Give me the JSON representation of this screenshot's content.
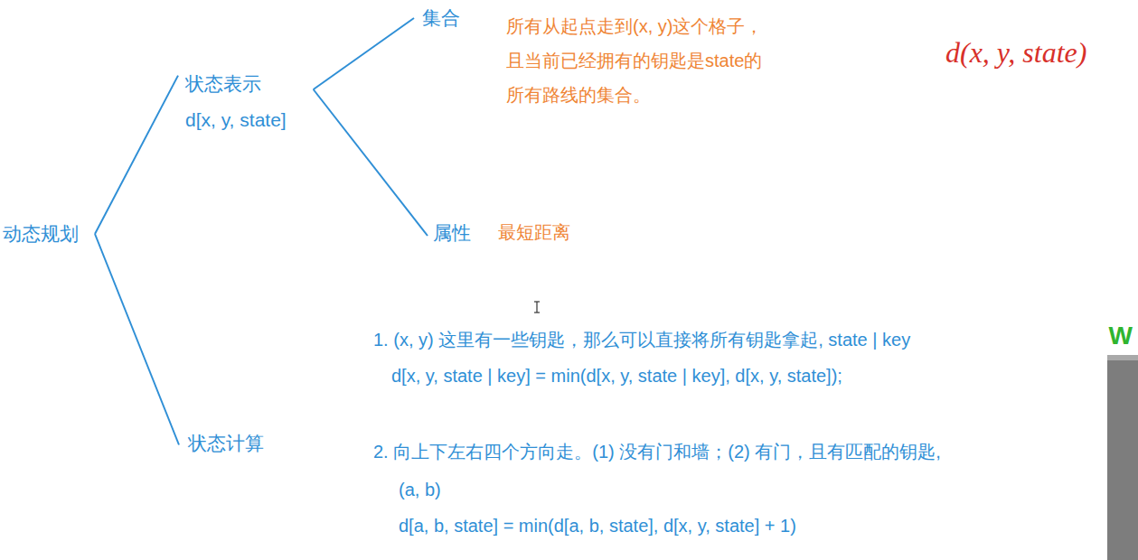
{
  "diagram": {
    "nodes": [
      {
        "text": [
          "动态规划"
        ]
      },
      {
        "text": [
          "状态表示",
          "d[x, y, state]"
        ]
      },
      {
        "text": [
          "集合"
        ]
      },
      {
        "text": [
          "属性"
        ]
      },
      {
        "text": [
          "状态计算"
        ]
      }
    ],
    "edges": [
      {
        "from": 0,
        "to": 1,
        "arrow": "none"
      },
      {
        "from": 0,
        "to": 4,
        "arrow": "none"
      },
      {
        "from": 1,
        "to": 2,
        "arrow": "none"
      },
      {
        "from": 1,
        "to": 3,
        "arrow": "none"
      }
    ],
    "labels": [
      "所有从起点走到(x, y)这个格子， 且当前已经拥有的钥匙是state的 所有路线的集合。",
      "最短距离",
      "1. (x, y) 这里有一些钥匙，那么可以直接将所有钥匙拿起, state | key",
      "d[x, y, state | key] = min(d[x, y, state | key], d[x, y, state]);",
      "2. 向上下左右四个方向走。(1) 没有门和墙；(2) 有门，且有匹配的钥匙,",
      "(a, b)",
      "d[a, b, state] = min(d[a, b, state], d[x, y, state] + 1)",
      "d(x, y, state)",
      "W"
    ]
  }
}
